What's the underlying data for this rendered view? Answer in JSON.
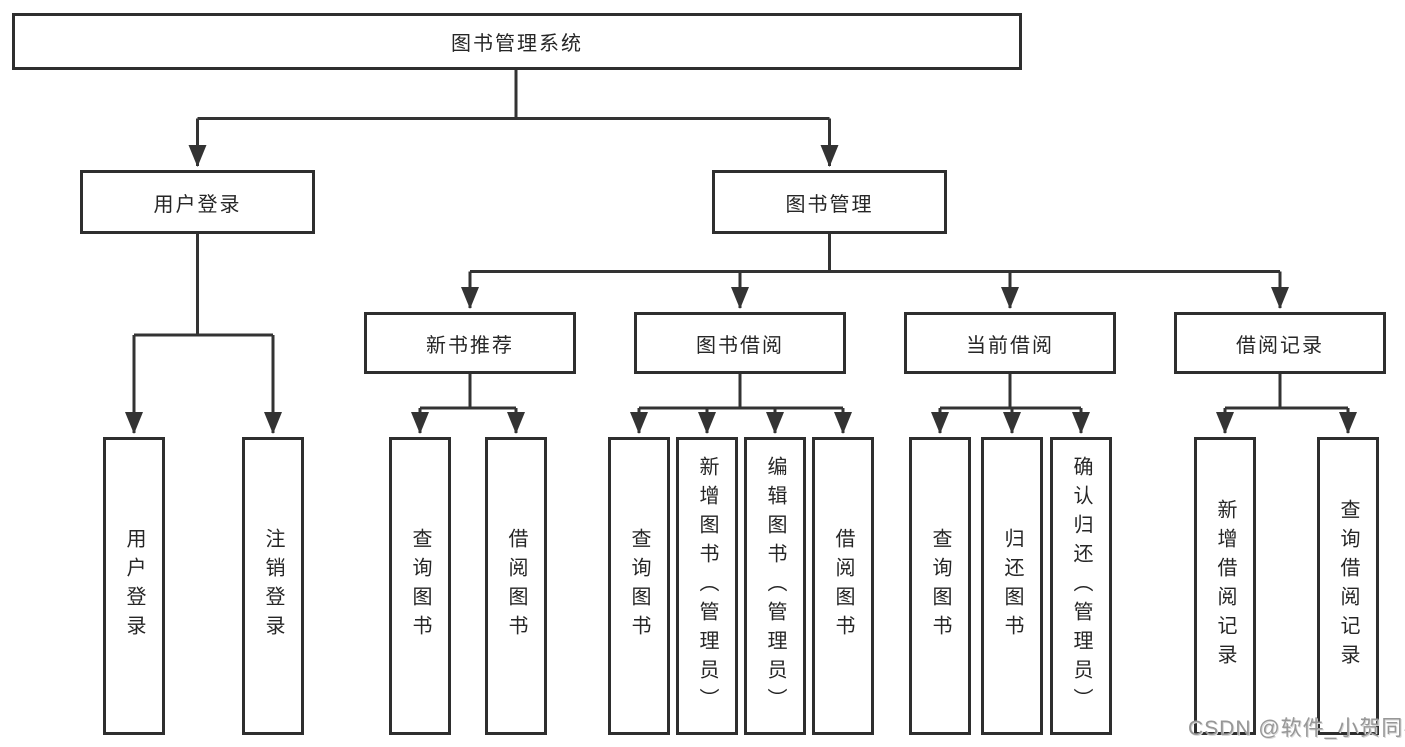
{
  "tree": {
    "root": "图书管理系统",
    "level2": [
      {
        "label": "用户登录",
        "leaves": [
          "用户登录",
          "注销登录"
        ]
      },
      {
        "label": "图书管理",
        "sections": [
          {
            "label": "新书推荐",
            "leaves": [
              "查询图书",
              "借阅图书"
            ]
          },
          {
            "label": "图书借阅",
            "leaves": [
              "查询图书",
              "新增图书（管理员）",
              "编辑图书（管理员）",
              "借阅图书"
            ]
          },
          {
            "label": "当前借阅",
            "leaves": [
              "查询图书",
              "归还图书",
              "确认归还（管理员）"
            ]
          },
          {
            "label": "借阅记录",
            "leaves": [
              "新增借阅记录",
              "查询借阅记录"
            ]
          }
        ]
      }
    ]
  },
  "watermark": "CSDN @软件_小贺同学",
  "colors": {
    "line": "#333333",
    "box_border": "#2e2e2e",
    "text": "#262626",
    "watermark": "#979797",
    "background": "#ffffff"
  }
}
